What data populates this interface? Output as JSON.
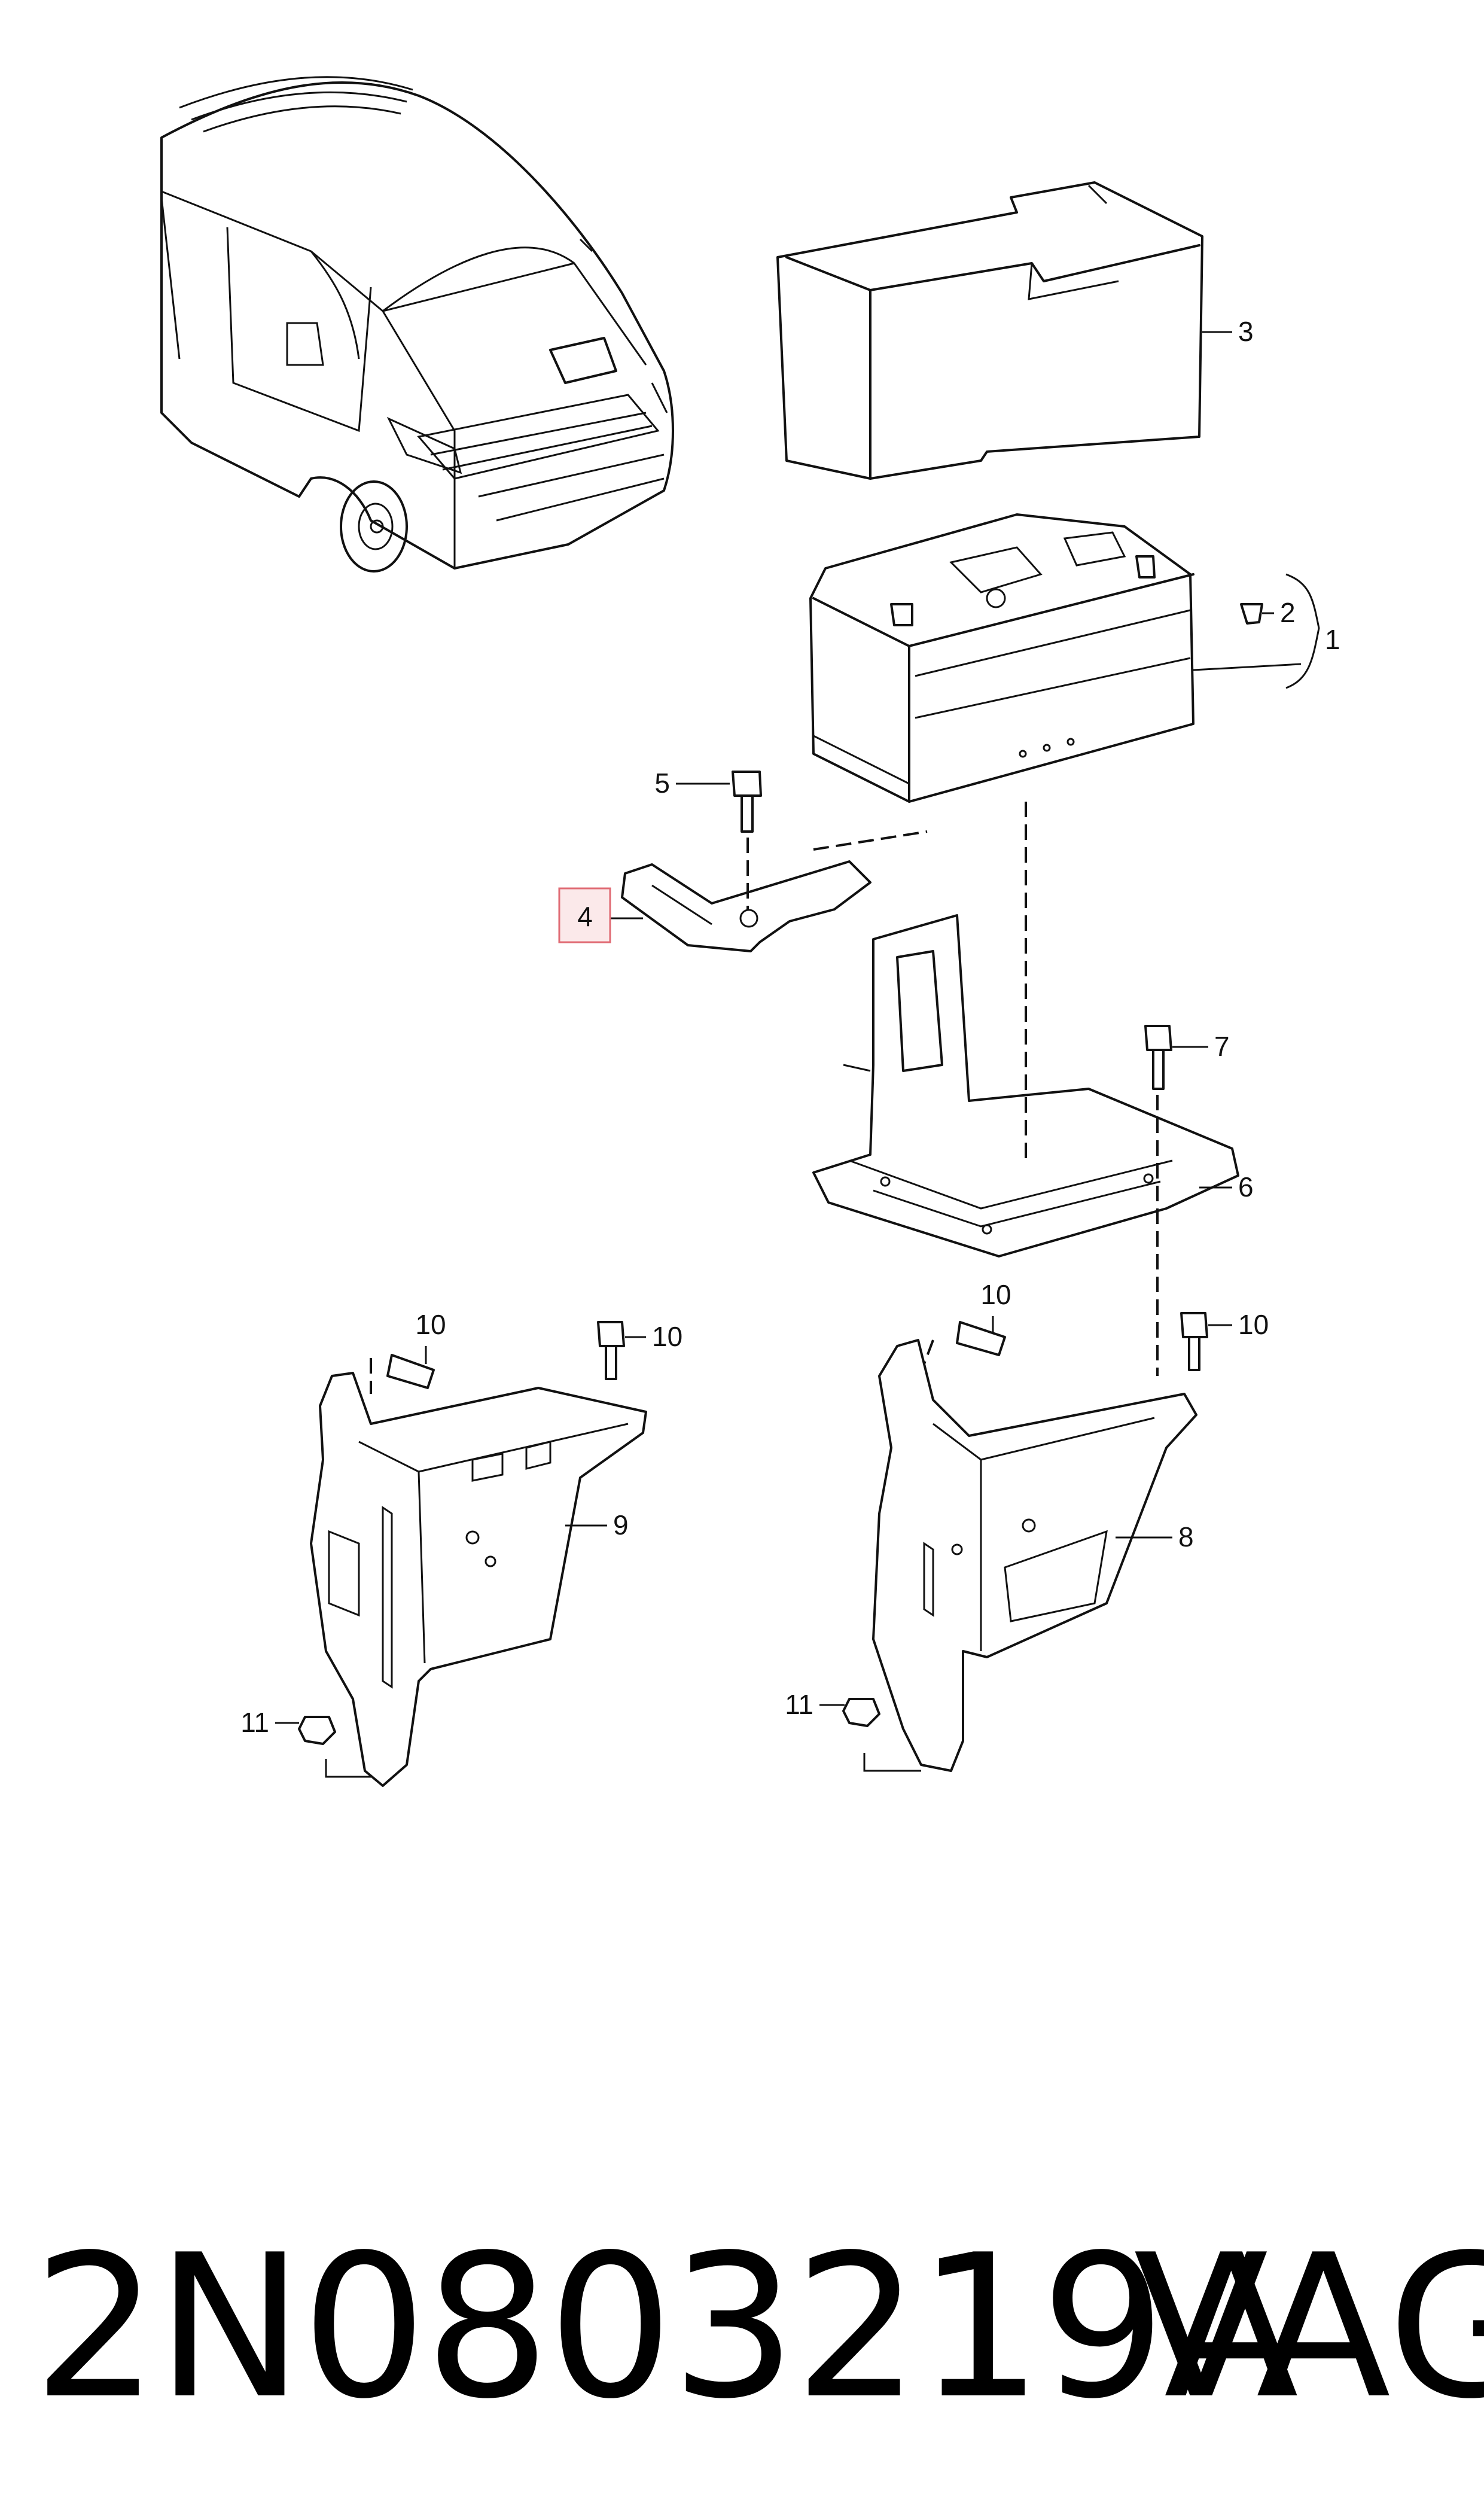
{
  "callouts": {
    "c1": "1",
    "c2": "2",
    "c3": "3",
    "c4": "4",
    "c5": "5",
    "c6": "6",
    "c7": "7",
    "c8": "8",
    "c9": "9",
    "c10a": "10",
    "c10b": "10",
    "c10c": "10",
    "c10d": "10",
    "c11a": "11",
    "c11b": "11"
  },
  "highlighted_callout": "4",
  "footer": {
    "part_number": "2N0803219A",
    "brand": "VAG"
  }
}
